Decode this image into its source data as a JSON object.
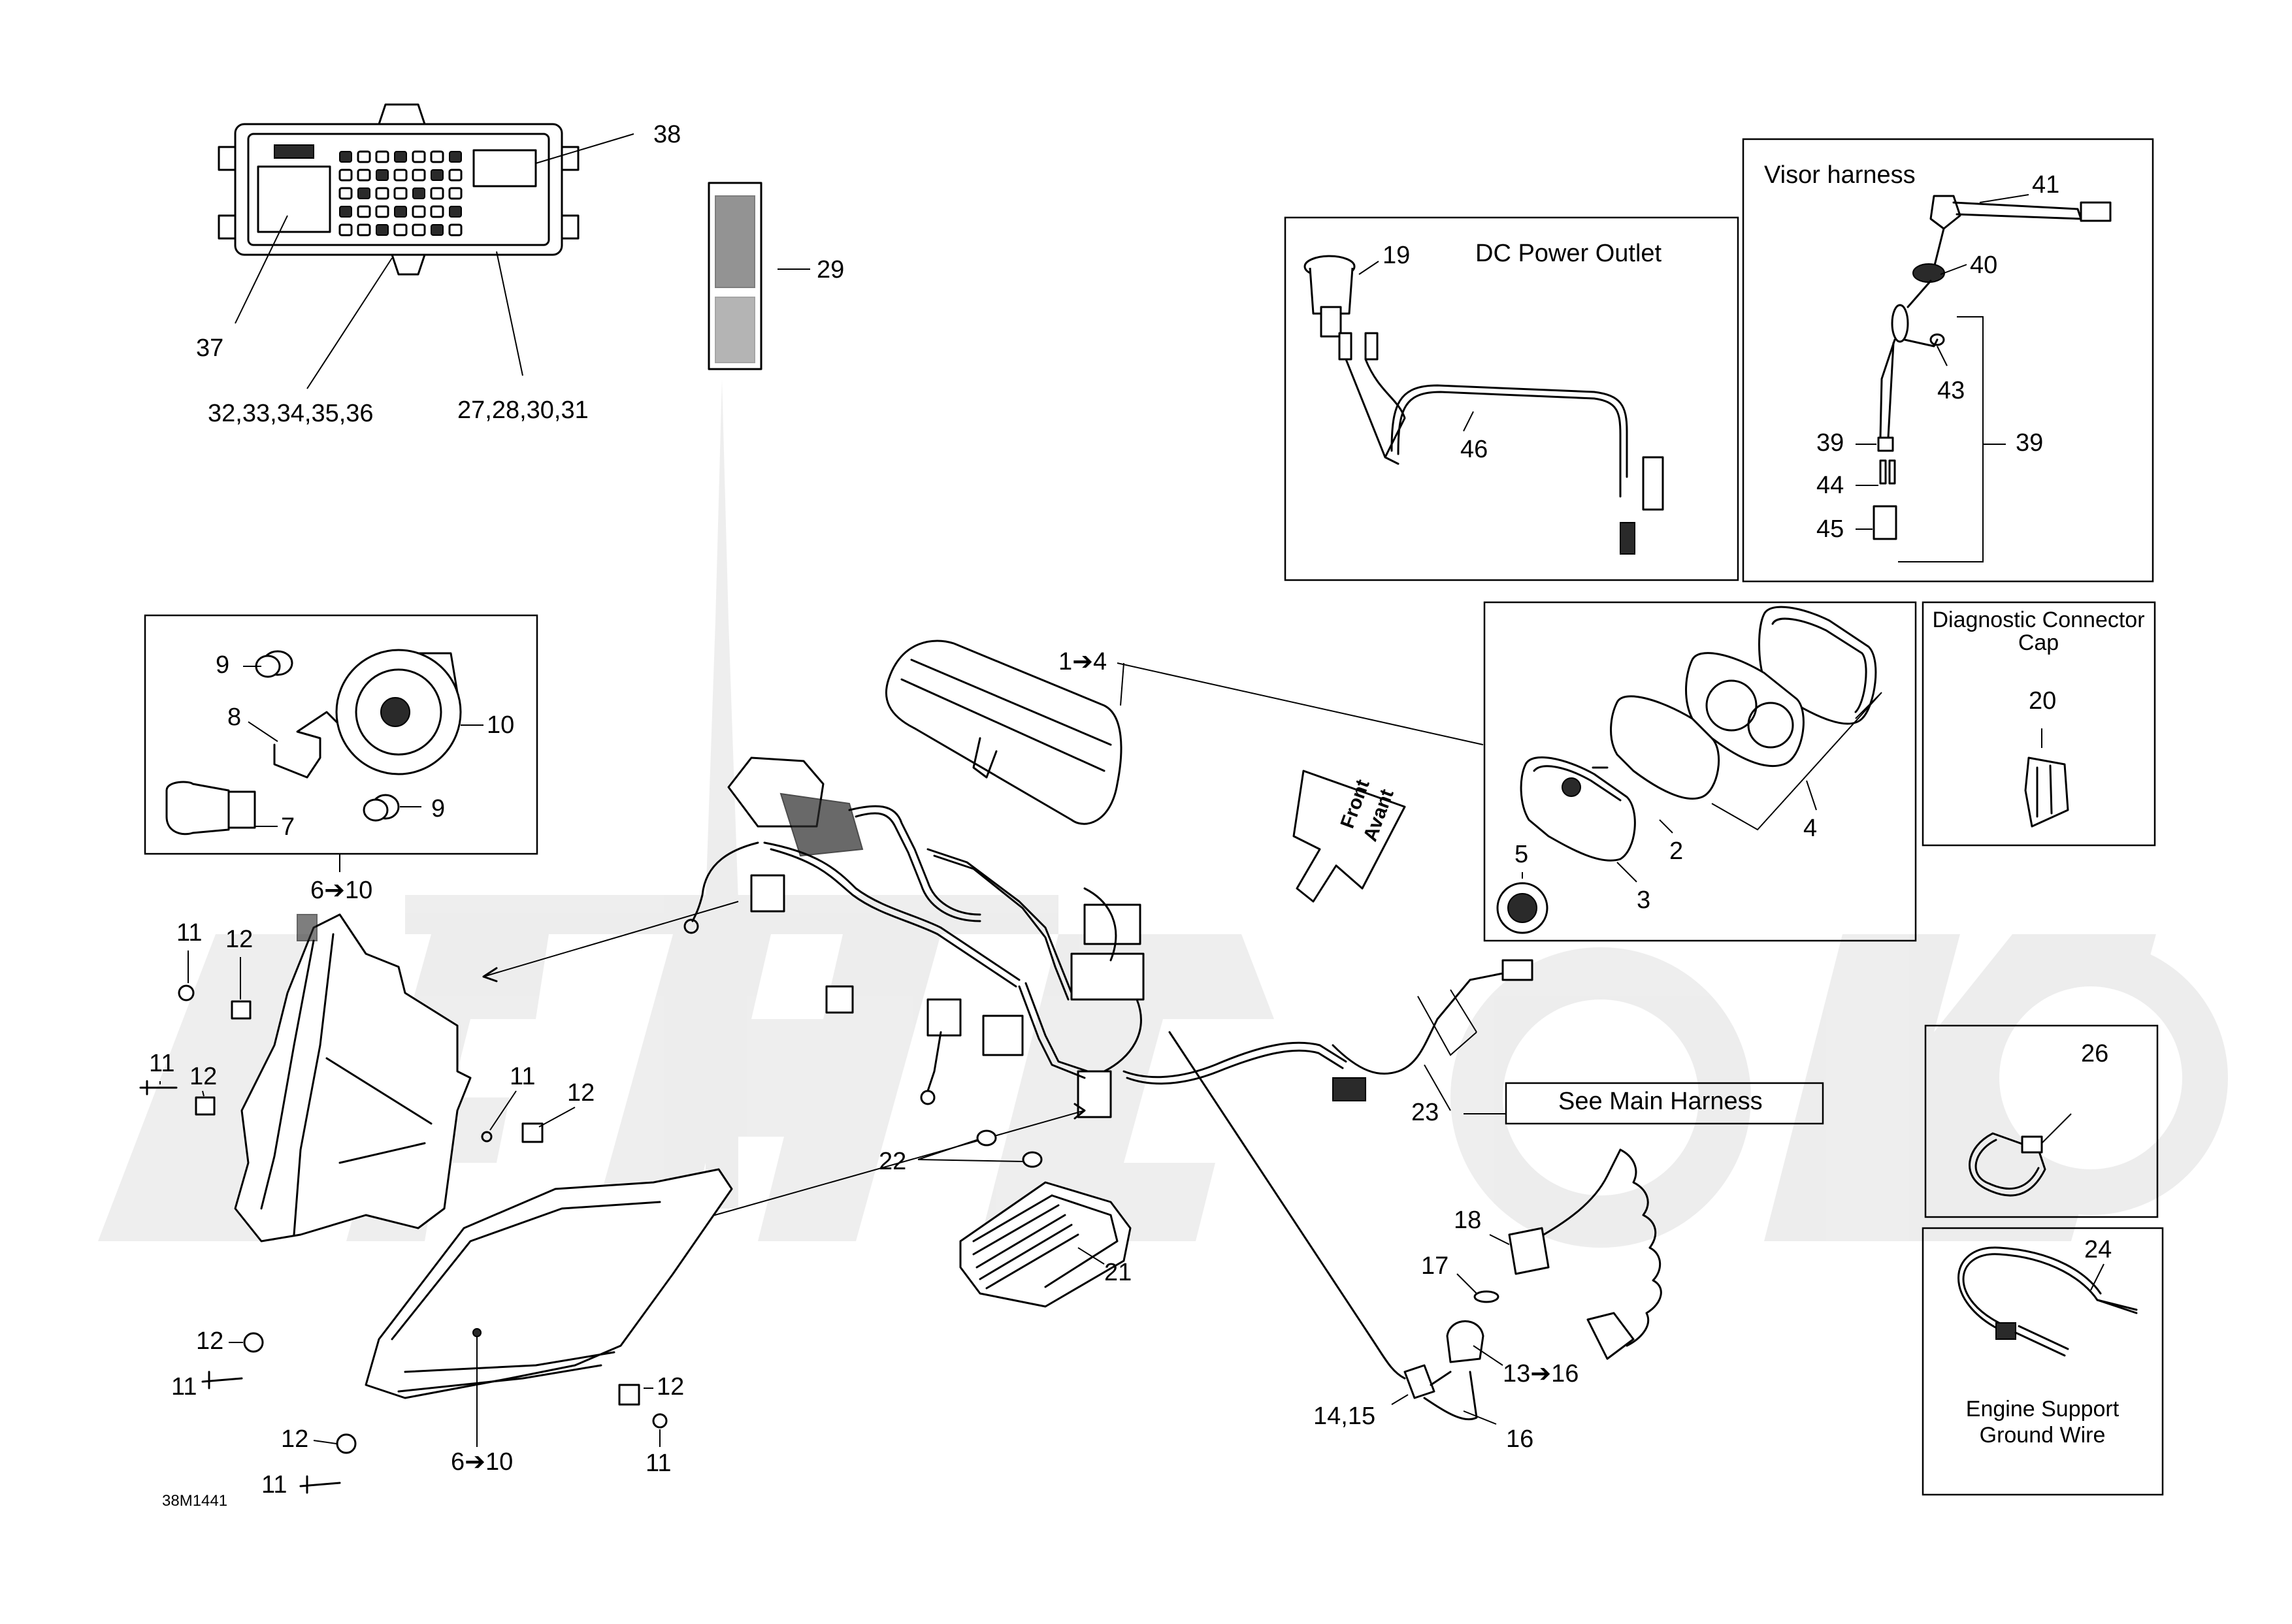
{
  "diagram_code": "38M1441",
  "boxes": {
    "dc_power_outlet": "DC Power Outlet",
    "visor_harness": "Visor harness",
    "diagnostic_connector_cap": [
      "Diagnostic Connector",
      "Cap"
    ],
    "see_main_harness": "See Main Harness",
    "engine_support_ground_wire": [
      "Engine Support",
      "Ground Wire"
    ],
    "front_arrow": [
      "Front",
      "Avant"
    ]
  },
  "callouts": {
    "c38": "38",
    "c37": "37",
    "c32_36": "32,33,34,35,36",
    "c27_31": "27,28,30,31",
    "c29": "29",
    "c19": "19",
    "c46": "46",
    "c41": "41",
    "c40": "40",
    "c43": "43",
    "c39a": "39",
    "c39b": "39",
    "c44": "44",
    "c45": "45",
    "c9a": "9",
    "c8": "8",
    "c10": "10",
    "c7": "7",
    "c9b": "9",
    "c6_10a": "6➔10",
    "c1_4": "1➔4",
    "c20": "20",
    "c5": "5",
    "c2": "2",
    "c3": "3",
    "c4": "4",
    "c11a": "11",
    "c12a": "12",
    "c11b": "11",
    "c12b": "12",
    "c11c": "11",
    "c12c": "12",
    "c12d": "12",
    "c11d": "11",
    "c12e": "12",
    "c11e": "11",
    "c12f": "12",
    "c11f": "11",
    "c6_10b": "6➔10",
    "c22": "22",
    "c21": "21",
    "c23": "23",
    "c26": "26",
    "c24": "24",
    "c18": "18",
    "c17": "17",
    "c13_16": "13➔16",
    "c14_15": "14,15",
    "c16": "16"
  }
}
